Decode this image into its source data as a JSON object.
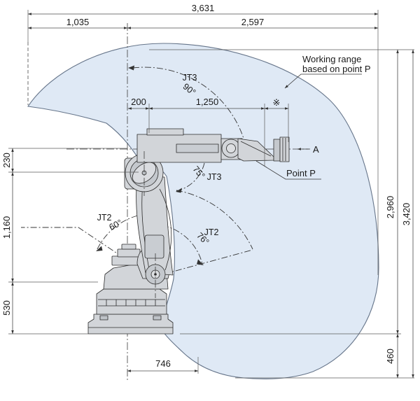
{
  "dimensions": {
    "total_width": "3,631",
    "left_reach": "1,035",
    "right_reach": "2,597",
    "offset_200": "200",
    "arm_1250": "1,250",
    "ref_mark": "※",
    "left_230": "230",
    "left_1160": "1,160",
    "left_530": "530",
    "bottom_746": "746",
    "right_2960": "2,960",
    "right_3420": "3,420",
    "right_460": "460"
  },
  "joint_labels": {
    "jt3_upper": "JT3",
    "jt3_upper_angle": "90°",
    "jt3_lower": "JT3",
    "jt3_lower_angle": "75°",
    "jt2_left": "JT2",
    "jt2_left_angle": "60°",
    "jt2_right": "JT2",
    "jt2_right_angle": "76°"
  },
  "annotations": {
    "working_range_line1": "Working range",
    "working_range_line2": "based on point P",
    "point_p": "Point P",
    "section_a": "A"
  },
  "colors": {
    "envelope_fill": "#dfe9f5",
    "envelope_stroke": "#66758a",
    "robot_fill": "#d2d5d9",
    "robot_fill_dark": "#c4c8cd",
    "line": "#3a3a3a"
  }
}
